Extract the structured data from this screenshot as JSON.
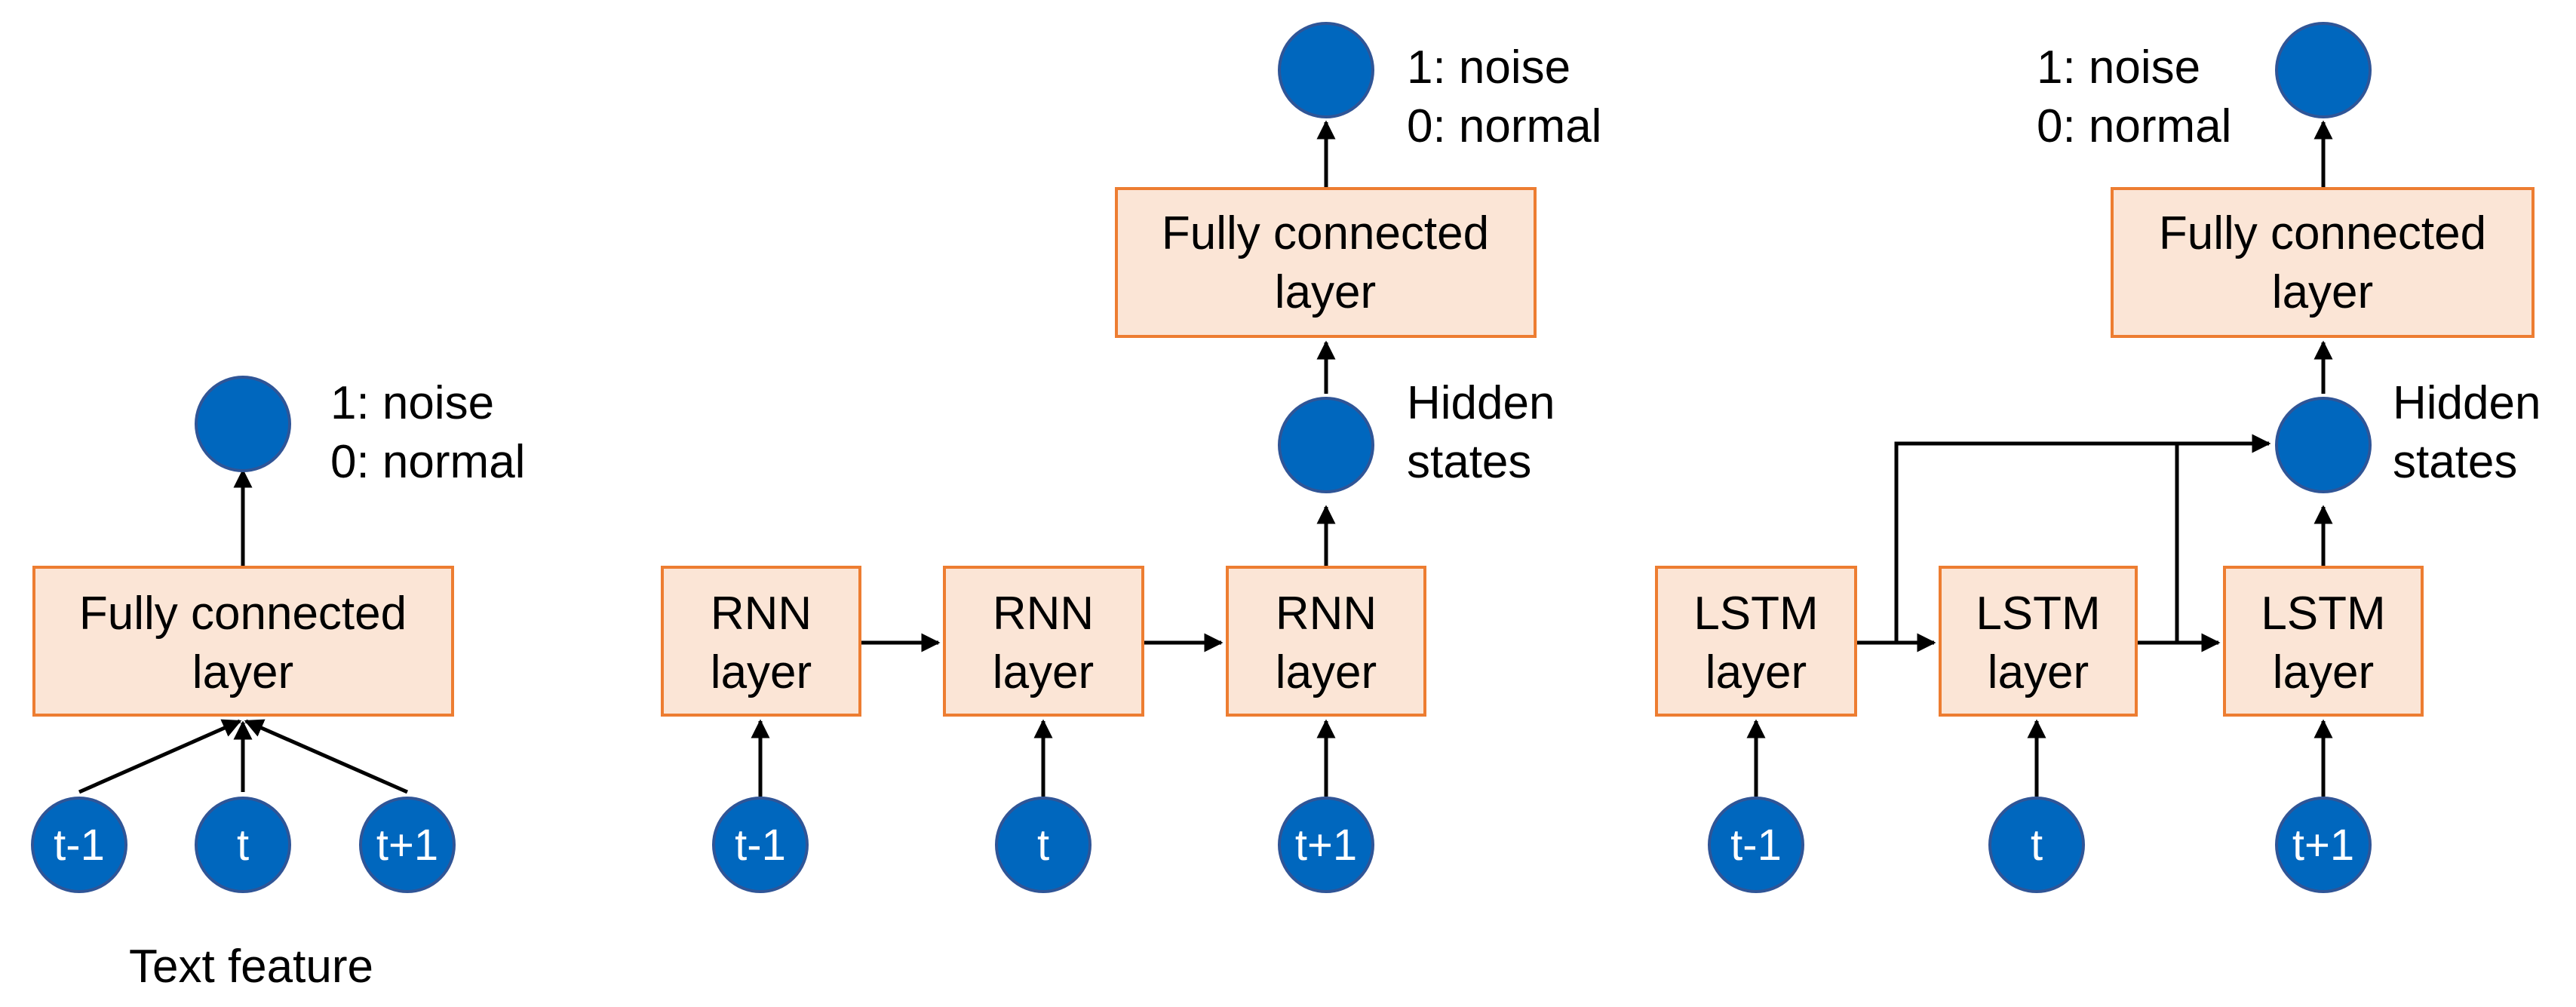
{
  "input_labels": [
    "t-1",
    "t",
    "t+1"
  ],
  "output_label": {
    "line1": "1: noise",
    "line2": "0: normal"
  },
  "hidden_label": {
    "line1": "Hidden",
    "line2": "states"
  },
  "fc_label": {
    "line1": "Fully connected",
    "line2": "layer"
  },
  "rnn_label": {
    "line1": "RNN",
    "line2": "layer"
  },
  "lstm_label": {
    "line1": "LSTM",
    "line2": "layer"
  },
  "caption": "Text feature",
  "colors": {
    "box_fill": "#FBE5D6",
    "box_stroke": "#ED7D31",
    "node_fill": "#0067BE",
    "arrow": "#000000"
  }
}
